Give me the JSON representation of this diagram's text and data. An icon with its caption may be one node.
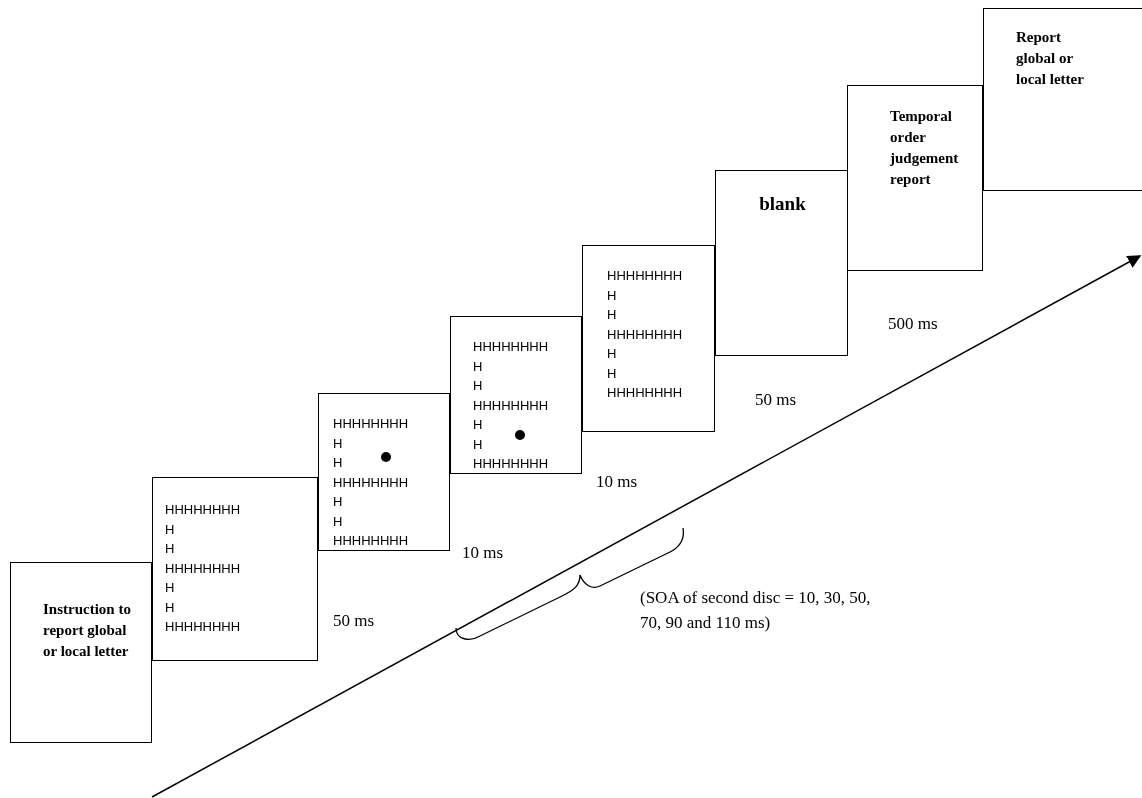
{
  "diagram": {
    "nodes": [
      {
        "text": [
          "Instruction to report global or local letter"
        ]
      },
      {
        "text": [
          "HHHHHHHH H H HHHHHHHH H H HHHHHHHH"
        ],
        "beside": [
          "50 ms"
        ]
      },
      {
        "text": [
          "HHHHHHHH H H HHHHHHHH H H HHHHHHHH"
        ],
        "beside": [
          "10 ms"
        ]
      },
      {
        "text": [
          "HHHHHHHH H H HHHHHHHH H H HHHHHHHH"
        ],
        "beside": [
          "10 ms"
        ]
      },
      {
        "text": [
          "HHHHHHHH H H HHHHHHHH H H HHHHHHHH"
        ],
        "beside": [
          "50 ms"
        ]
      },
      {
        "text": [
          "blank"
        ],
        "beside": [
          "500 ms"
        ]
      },
      {
        "text": [
          "Temporal order judgement report"
        ]
      },
      {
        "text": [
          "Report global or local letter"
        ]
      }
    ],
    "labels": [
      "(SOA of second disc = 10, 30, 50, 70, 90 and 110 ms)"
    ]
  }
}
